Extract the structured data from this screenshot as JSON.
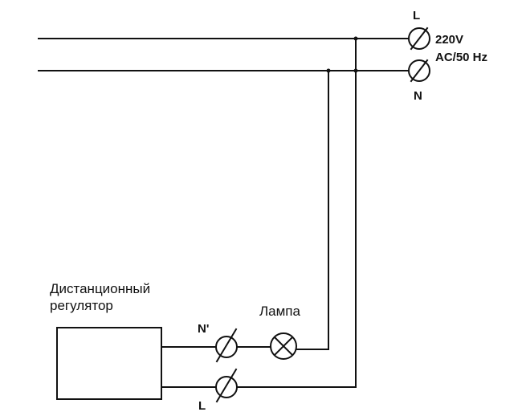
{
  "colors": {
    "line": "#111111",
    "background": "#ffffff"
  },
  "supply": {
    "phase_label": "L",
    "voltage": "220V",
    "spec": "AC/50 Hz",
    "neutral_label": "N"
  },
  "regulator": {
    "line1": "Дистанционный",
    "line2": "регулятор"
  },
  "lamp": {
    "label": "Лампа"
  },
  "terminals": {
    "neutral_out": "N'",
    "phase_out": "L"
  },
  "icons": [
    "terminal-icon",
    "lamp-icon",
    "regulator-box"
  ]
}
